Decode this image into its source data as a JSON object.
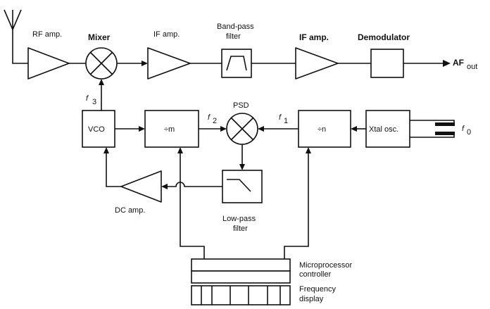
{
  "labels": {
    "rf_amp": "RF amp.",
    "mixer": "Mixer",
    "if_amp_1": "IF amp.",
    "band_pass_1": "Band-pass",
    "band_pass_2": "filter",
    "if_amp_2": "IF amp.",
    "demodulator": "Demodulator",
    "af_out_main": "AF",
    "af_out_sub": "out",
    "psd": "PSD",
    "vco": "VCO",
    "div_m": "÷m",
    "div_n": "÷n",
    "xtal_osc": "Xtal osc.",
    "dc_amp": "DC amp.",
    "low_pass_1": "Low-pass",
    "low_pass_2": "filter",
    "micro_1": "Microprocessor",
    "micro_2": "controller",
    "freq_1": "Frequency",
    "freq_2": "display",
    "f1_main": "f",
    "f1_sub": "1",
    "f2_main": "f",
    "f2_sub": "2",
    "f3_main": "f",
    "f3_sub": "3",
    "f0_main": "f",
    "f0_sub": "0"
  }
}
